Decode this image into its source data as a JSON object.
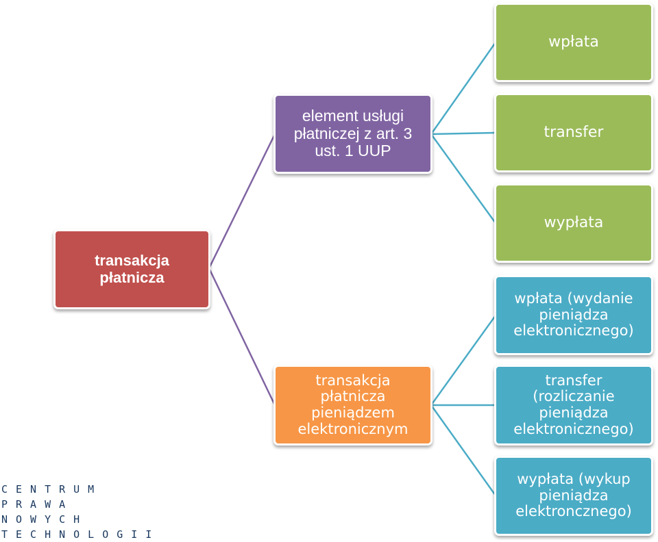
{
  "root": {
    "label": "transakcja płatnicza",
    "color": "#c0504d"
  },
  "branches": [
    {
      "label": "element usługi płatniczej z art. 3 ust. 1 UUP",
      "color": "#8064a2",
      "children": [
        "wpłata",
        "transfer",
        "wypłata"
      ],
      "children_color": "#9bbb59"
    },
    {
      "label": "transakcja płatnicza pieniądzem elektronicznym",
      "color": "#f79646",
      "children": [
        "wpłata (wydanie pieniądza elektronicznego)",
        "transfer (rozliczanie pieniądza elektronicznego)",
        "wypłata (wykup pieniądza elektroncznego)"
      ],
      "children_color": "#4bacc6"
    }
  ],
  "logo": {
    "lines": [
      "CENTRUM",
      "PRAWA",
      "NOWYCH",
      "TECHNOLOGII"
    ],
    "color": "#17365d"
  }
}
